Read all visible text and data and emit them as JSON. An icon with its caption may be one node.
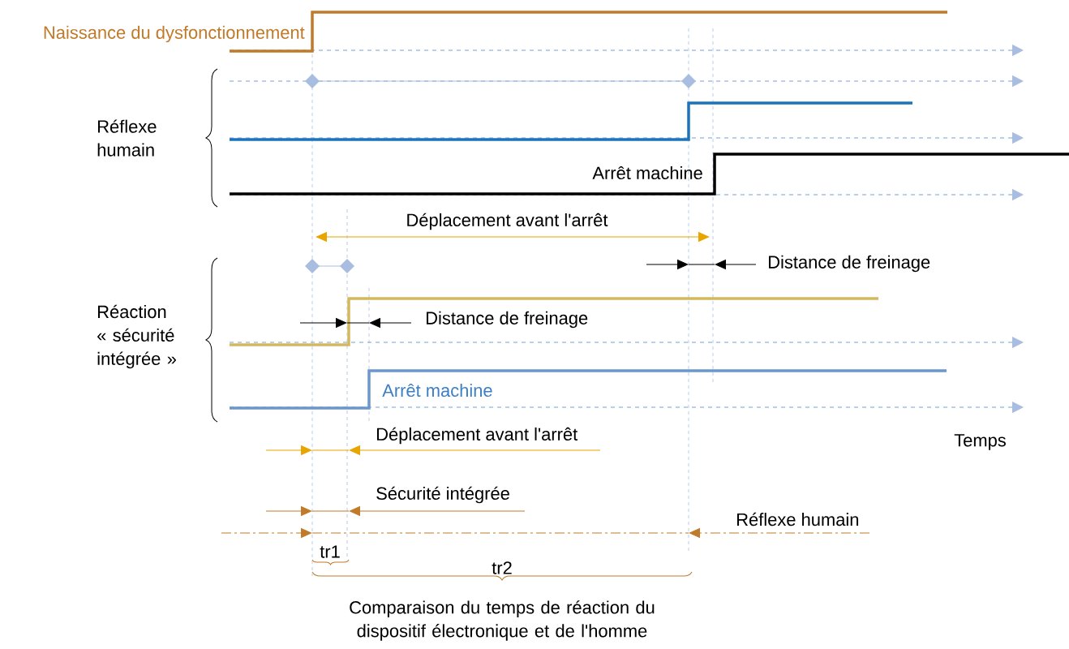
{
  "diagram": {
    "caption": "Comparaison du temps de réaction du dispositif électronique et de l'homme",
    "labels": [
      "Naissance du dysfonctionnement",
      "Réflexe humain",
      "Arrêt machine",
      "Déplacement avant l'arrêt",
      "Distance de freinage",
      "Réaction « sécurité intégrée »",
      "Distance de freinage",
      "Arrêt machine",
      "Déplacement avant l'arrêt",
      "Temps",
      "Sécurité intégrée",
      "Réflexe humain",
      "tr1",
      "tr2"
    ]
  }
}
